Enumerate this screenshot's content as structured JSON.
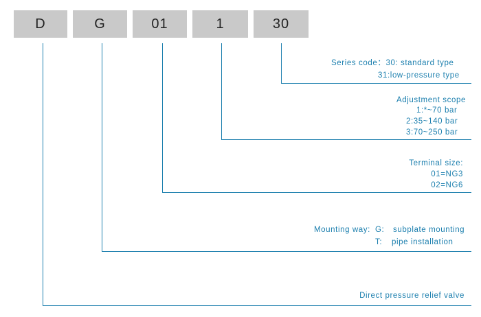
{
  "codes": [
    "D",
    "G",
    "01",
    "1",
    "30"
  ],
  "series_code": {
    "label": "Series code",
    "colon": "：",
    "line1": "30: standard type",
    "line2": "31:low-pressure type"
  },
  "adjustment": {
    "title": "Adjustment scope",
    "line1": "1:*~70 bar",
    "line2": "2:35~140 bar",
    "line3": "3:70~250 bar"
  },
  "terminal": {
    "title": "Terminal size:",
    "line1": "01=NG3",
    "line2": "02=NG6"
  },
  "mounting": {
    "label": "Mounting way:",
    "g_key": "G:",
    "g_value": "subplate mounting",
    "t_key": "T:",
    "t_value": "pipe installation"
  },
  "valve": {
    "label": "Direct pressure relief valve"
  },
  "colors": {
    "box": "#c9c9c9",
    "line": "#1c7fae",
    "text": "#1c7fae"
  }
}
